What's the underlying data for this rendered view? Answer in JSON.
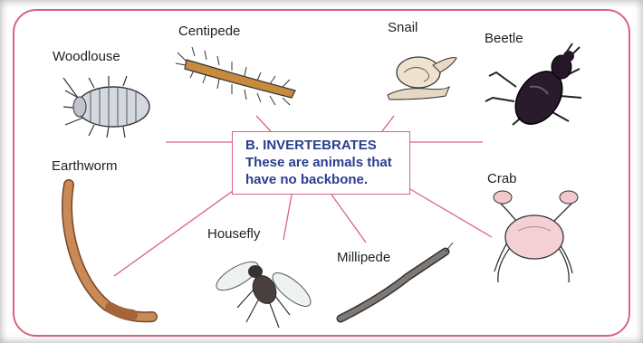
{
  "center": {
    "title": "B. INVERTEBRATES",
    "line1": "These are animals that",
    "line2": "have no backbone."
  },
  "animals": {
    "woodlouse": "Woodlouse",
    "centipede": "Centipede",
    "snail": "Snail",
    "beetle": "Beetle",
    "earthworm": "Earthworm",
    "crab": "Crab",
    "housefly": "Housefly",
    "millipede": "Millipede"
  },
  "colors": {
    "connector": "#d9647e",
    "heading": "#2a3d8f"
  }
}
